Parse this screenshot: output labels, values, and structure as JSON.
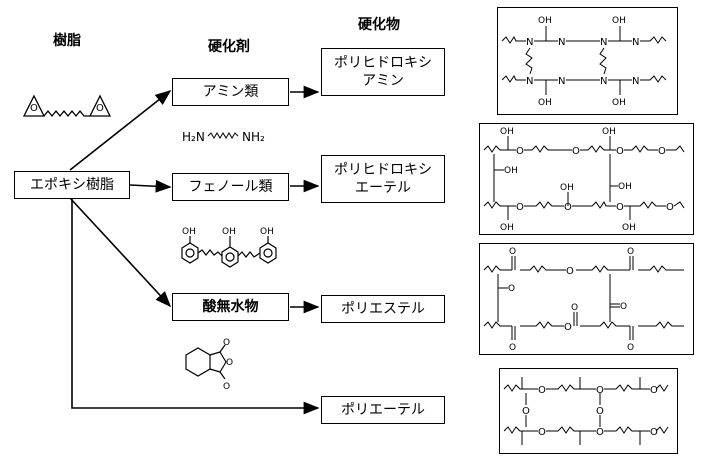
{
  "headings": {
    "resin": "樹脂",
    "hardener": "硬化剤",
    "cured": "硬化物"
  },
  "resin_box": "エポキシ樹脂",
  "hardeners": [
    "アミン類",
    "フェノール類",
    "酸無水物"
  ],
  "products": [
    "ポリヒドロキシ\nアミン",
    "ポリヒドロキシ\nエーテル",
    "ポリエステル",
    "ポリエーテル"
  ],
  "chem_labels": {
    "amine_left": "H₂N",
    "amine_right": "NH₂",
    "n": "N",
    "oh": "OH",
    "o": "O"
  }
}
